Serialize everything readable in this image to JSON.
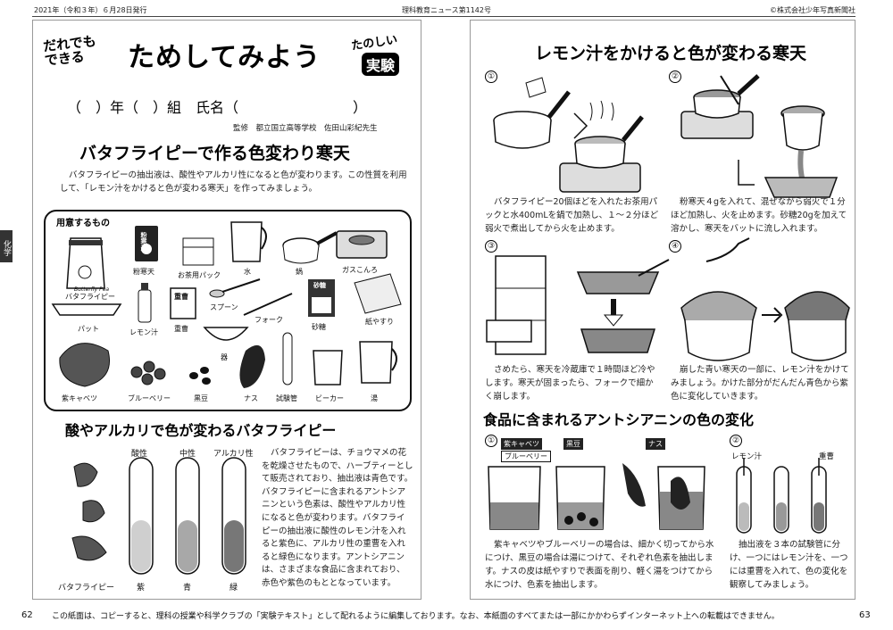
{
  "header": {
    "left": "2021年（令和３年）６月28日発行",
    "center": "理科教育ニュース第1142号",
    "right": "©株式会社少年写真新聞社"
  },
  "side_tab": "化学",
  "left": {
    "logo_small": "だれでも\nできる",
    "logo_big": "ためしてみよう",
    "logo_tano": "たのしい",
    "logo_jikken": "実験",
    "name_line": "（　）年（　）組　氏名（　　　　　　　　）",
    "supervisor": "監修　都立国立高等学校　佐田山彩紀先生",
    "section1_title": "バタフライピーで作る色変わり寒天",
    "section1_body": "バタフライピーの抽出液は、酸性やアルカリ性になると色が変わります。この性質を利用して、「レモン汁をかけると色が変わる寒天」を作ってみましょう。",
    "materials_heading": "用意するもの",
    "materials": [
      "バタフライピー",
      "粉寒天",
      "お茶用パック",
      "水",
      "鍋",
      "ガスこんろ",
      "パット",
      "レモン汁",
      "重曹",
      "スプーン",
      "フォーク",
      "砂糖",
      "紙やすり",
      "器",
      "紫キャベツ",
      "ブルーベリー",
      "黒豆",
      "ナス",
      "試験管",
      "ビーカー",
      "湯"
    ],
    "packet_text": "Butterfly Pea",
    "kanten_bag": "粉寒天",
    "soda_label": "重曹",
    "sugar_label": "砂糖",
    "section2_title": "酸やアルカリで色が変わるバタフライピー",
    "tube_heads": [
      "酸性",
      "中性",
      "アルカリ性"
    ],
    "tube_colors": [
      "紫",
      "青",
      "緑"
    ],
    "flower_label": "バタフライピー",
    "section2_body": "バタフライピーは、チョウマメの花を乾燥させたもので、ハーブティーとして販売されており、抽出液は青色です。バタフライピーに含まれるアントシアニンという色素は、酸性やアルカリ性になると色が変わります。バタフライピーの抽出液に酸性のレモン汁を入れると紫色に、アルカリ性の重曹を入れると緑色になります。アントシアニンは、さまざまな食品に含まれており、赤色や紫色のもととなっています。"
  },
  "right": {
    "section1_title": "レモン汁をかけると色が変わる寒天",
    "step_nums": [
      "①",
      "②",
      "③",
      "④"
    ],
    "step1_text": "バタフライピー20個ほどを入れたお茶用パックと水400mLを鍋で加熱し、１～２分ほど弱火で煮出してから火を止めます。",
    "step2_text": "粉寒天４gを入れて、混ぜながら弱火で１分ほど加熱し、火を止めます。砂糖20gを加えて溶かし、寒天をバットに流し入れます。",
    "step3_text": "さめたら、寒天を冷蔵庫で１時間ほど冷やします。寒天が固まったら、フォークで細かく崩します。",
    "step4_text": "崩した青い寒天の一部に、レモン汁をかけてみましょう。かけた部分がだんだん青色から紫色に変化していきます。",
    "section2_title": "食品に含まれるアントシアニンの色の変化",
    "beaker_labels": [
      "紫キャベツ",
      "ブルーベリー",
      "黒豆",
      "ナス"
    ],
    "tube_labels": [
      "レモン汁",
      "重曹"
    ],
    "anthocyanin_text_left": "紫キャベツやブルーベリーの場合は、細かく切ってから水につけ、黒豆の場合は湯につけて、それぞれ色素を抽出します。ナスの皮は紙やすりで表面を削り、軽く湯をつけてから水につけ、色素を抽出します。",
    "anthocyanin_text_right": "抽出液を３本の試験管に分け、一つにはレモン汁を、一つには重曹を入れて、色の変化を観察してみましょう。"
  },
  "footer": "この紙面は、コピーすると、理科の授業や科学クラブの「実験テキスト」として配れるように編集しております。なお、本紙面のすべてまたは一部にかかわらずインターネット上への転載はできません。",
  "page_left": "62",
  "page_right": "63"
}
